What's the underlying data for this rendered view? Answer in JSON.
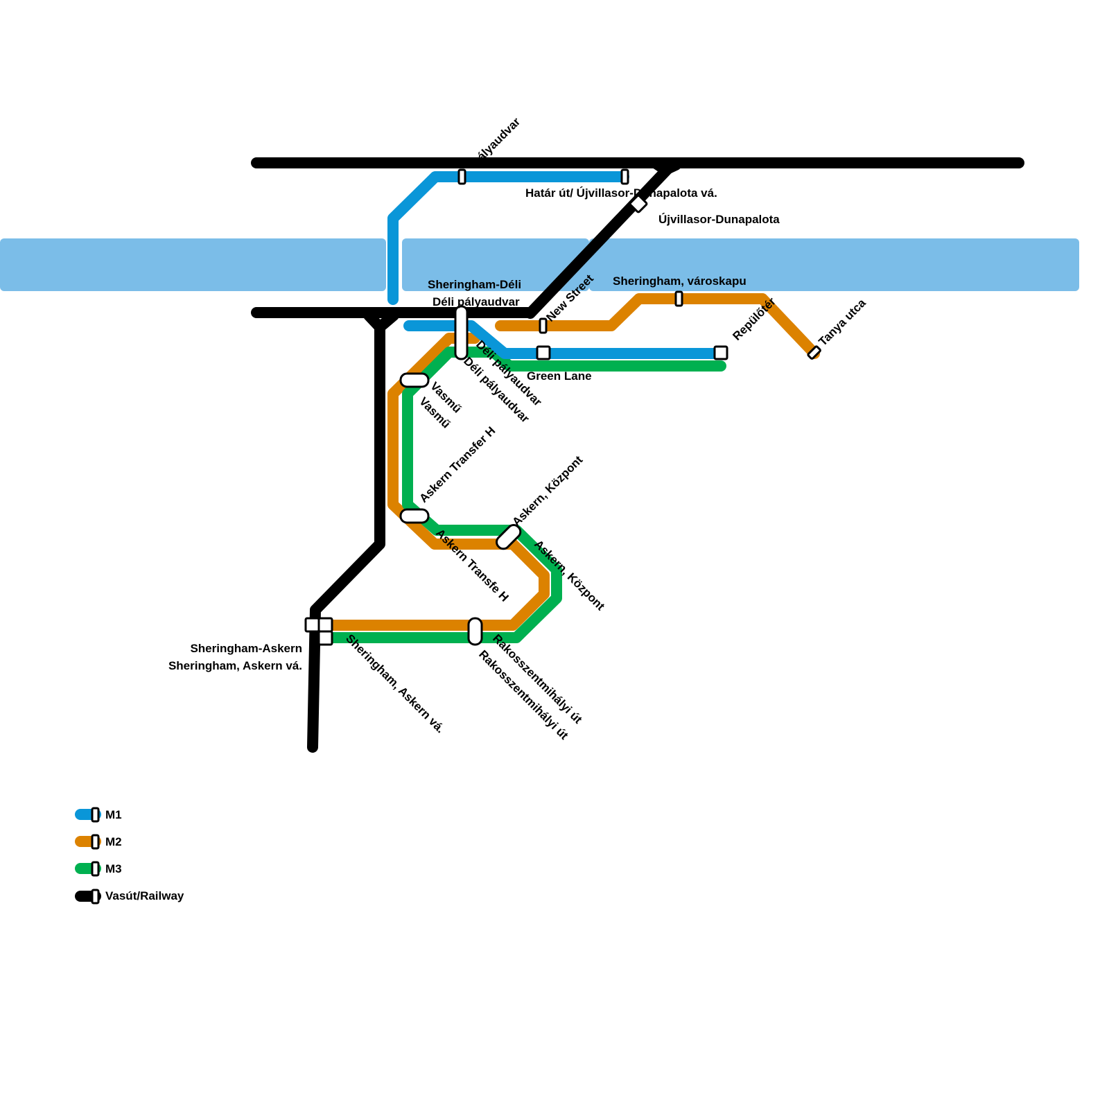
{
  "colors": {
    "M1": "#0a96d8",
    "M2": "#dc8200",
    "M3": "#00b050",
    "railway": "#000000",
    "water": "#7bbde8"
  },
  "stations": {
    "palyaudvar_top": "pályaudvar",
    "hatar_ut": "Határ út/ Újvillasor-Dunapalota vá.",
    "ujvillasor": "Újvillasor-Dunapalota",
    "sheringham_deli": "Sheringham-Déli",
    "deli_palyaudvar": "Déli pályaudvar",
    "new_street": "New Street",
    "varoskapu": "Sheringham, városkapu",
    "repuloter": "Repülőtér",
    "tanya_utca": "Tanya utca",
    "green_lane": "Green Lane",
    "deli_rot1": "Déli pályaudvar",
    "deli_rot2": "Déli pályaudvar",
    "vasmu1": "Vasmű",
    "vasmu2": "Vasmű",
    "askern_transfer_h": "Askern Transfer H",
    "askern_transfe_h": "Askern Transfe H",
    "askern_kozpont1": "Askern, Központ",
    "askern_kozpont2": "Askern, Központ",
    "rakos1": "Rakosszentmihályi út",
    "rakos2": "Rakosszentmihályi út",
    "sheringham_askern": "Sheringham-Askern",
    "sheringham_askern_va": "Sheringham, Askern vá.",
    "sheringham_askern_va_rot": "Sheringham, Askern vá."
  },
  "legend": [
    {
      "line": "M1",
      "label": "M1"
    },
    {
      "line": "M2",
      "label": "M2"
    },
    {
      "line": "M3",
      "label": "M3"
    },
    {
      "line": "railway",
      "label": "Vasút/Railway"
    }
  ]
}
